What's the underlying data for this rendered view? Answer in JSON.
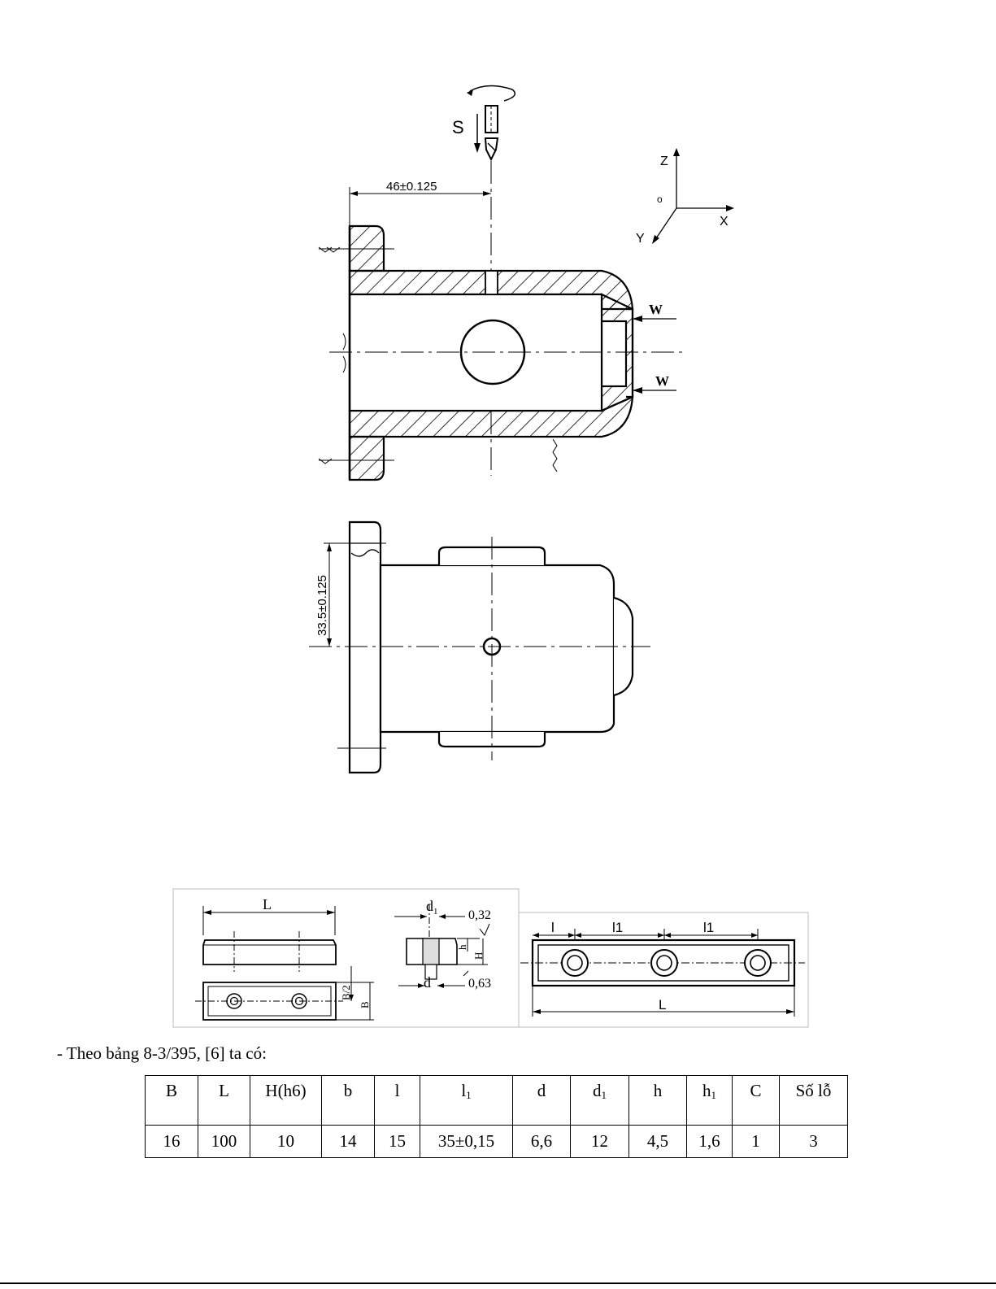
{
  "drawing_top": {
    "feed_label": "S",
    "dim_horizontal": "46±0.125",
    "clamp_force_label": "W",
    "axis_z": "Z",
    "axis_x": "X",
    "axis_y": "Y",
    "origin_label": "o"
  },
  "drawing_bottom": {
    "dim_vertical": "33.5±0.125"
  },
  "bushing_figure": {
    "dim_L": "L",
    "dim_d1": "d",
    "dim_d1_sub": "1",
    "dim_d": "d",
    "dim_h": "h",
    "dim_H": "H",
    "roughness_top": "0,32",
    "roughness_bottom": "0,63",
    "dim_B": "B",
    "dim_B_half": "B/2",
    "plate_l": "l",
    "plate_l1_a": "l1",
    "plate_l1_b": "l1",
    "plate_L": "L"
  },
  "intro_text": "- Theo bảng 8-3/395, [6] ta có:",
  "table": {
    "headers": [
      {
        "main": "B",
        "sub": ""
      },
      {
        "main": "L",
        "sub": ""
      },
      {
        "main": "H(h6)",
        "sub": ""
      },
      {
        "main": "b",
        "sub": ""
      },
      {
        "main": "l",
        "sub": ""
      },
      {
        "main": "l",
        "sub": "1"
      },
      {
        "main": "d",
        "sub": ""
      },
      {
        "main": "d",
        "sub": "1"
      },
      {
        "main": "h",
        "sub": ""
      },
      {
        "main": "h",
        "sub": "1"
      },
      {
        "main": "C",
        "sub": ""
      },
      {
        "main": "Số lỗ",
        "sub": ""
      }
    ],
    "values": [
      "16",
      "100",
      "10",
      "14",
      "15",
      "35±0,15",
      "6,6",
      "12",
      "4,5",
      "1,6",
      "1",
      "3"
    ]
  }
}
